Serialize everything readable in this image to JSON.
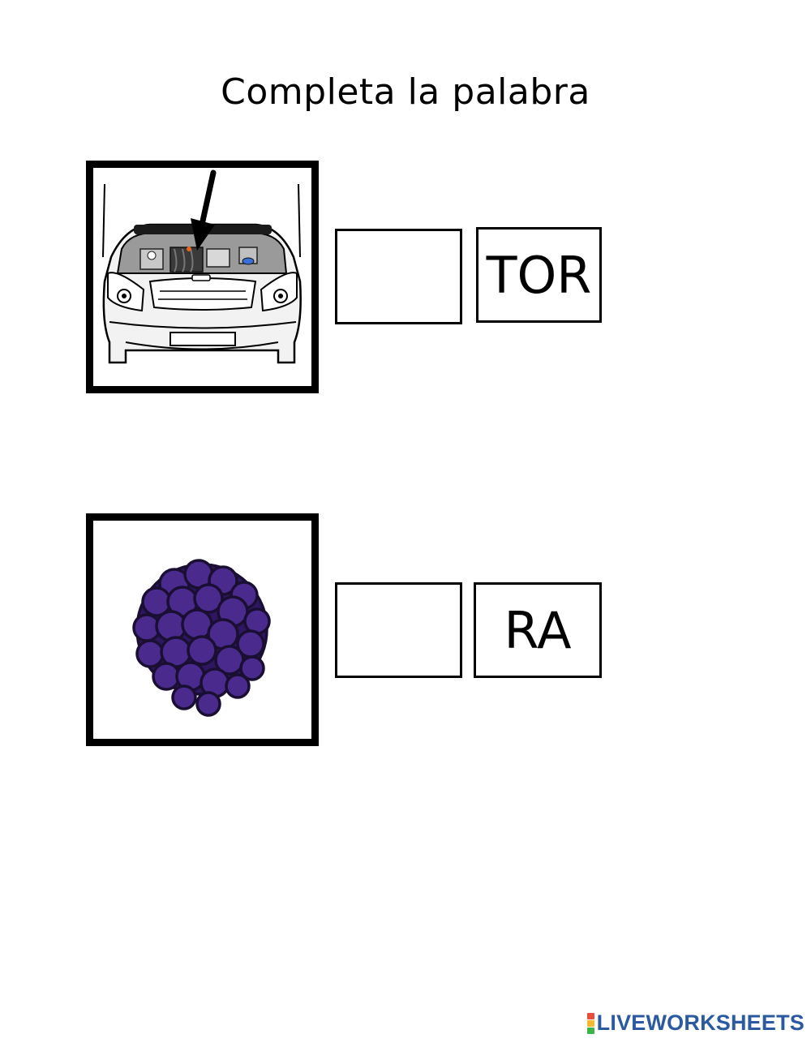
{
  "worksheet": {
    "title": "Completa la palabra"
  },
  "exercises": [
    {
      "picture": "car-engine-picture",
      "answer_value": "",
      "syllable": "TOR"
    },
    {
      "picture": "blackberry-picture",
      "answer_value": "",
      "syllable": "RA"
    }
  ],
  "branding": {
    "text": "LIVEWORKSHEETS",
    "mark_colors": [
      "#e84e3c",
      "#f5b82e",
      "#3bb54a"
    ],
    "text_color": "#2c5aa0"
  },
  "colors": {
    "berry_fill": "#4a2a8c",
    "berry_outline": "#1a0f33",
    "engine_gray": "#8a8a8a",
    "accent_orange": "#e8661c",
    "accent_blue": "#3a6fd8"
  }
}
